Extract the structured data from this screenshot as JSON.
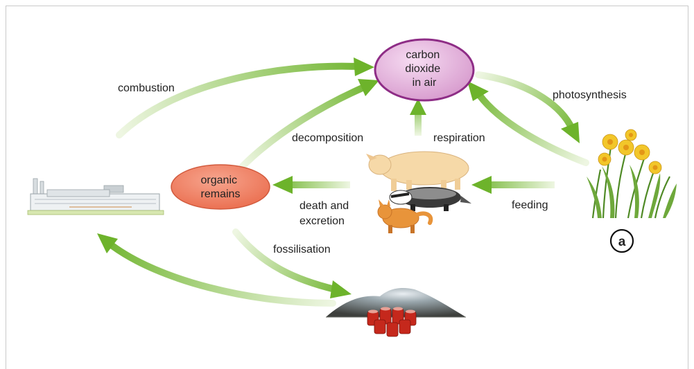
{
  "nodes": {
    "co2": [
      "carbon",
      "dioxide",
      "in air"
    ],
    "organic": [
      "organic",
      "remains"
    ]
  },
  "labels": {
    "combustion": "combustion",
    "photosynthesis": "photosynthesis",
    "decomposition": "decomposition",
    "respiration": "respiration",
    "death_excretion": [
      "death and",
      "excretion"
    ],
    "feeding": "feeding",
    "fossilisation": "fossilisation"
  },
  "badge": "a",
  "colors": {
    "co2_fill": "#e6b3df",
    "co2_stroke": "#8e2d86",
    "organic_fill": "#f2866a",
    "arrow": "#73b52a",
    "arrow_light": "#e4f0cf"
  },
  "icons": [
    "power-station-icon",
    "daffodils-icon",
    "pig-icon",
    "badger-icon",
    "fox-icon",
    "fossil-fuel-deposit-icon"
  ]
}
